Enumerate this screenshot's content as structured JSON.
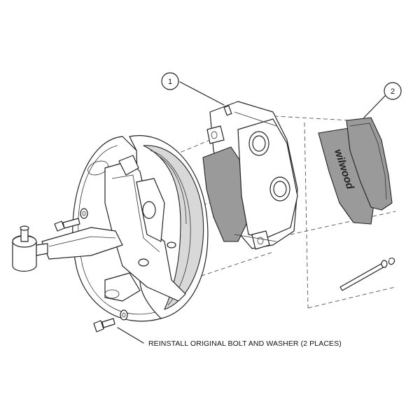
{
  "callouts": [
    {
      "id": "1",
      "label": "1",
      "part": "caliper"
    },
    {
      "id": "2",
      "label": "2",
      "part": "brake-pads"
    }
  ],
  "note": {
    "text": "REINSTALL ORIGINAL BOLT AND WASHER (2 PLACES)"
  },
  "pad_branding": "wilwood",
  "colors": {
    "line": "#222222",
    "shade": "#9a9a9a",
    "light_shade": "#d8d8d8",
    "background": "#ffffff"
  }
}
